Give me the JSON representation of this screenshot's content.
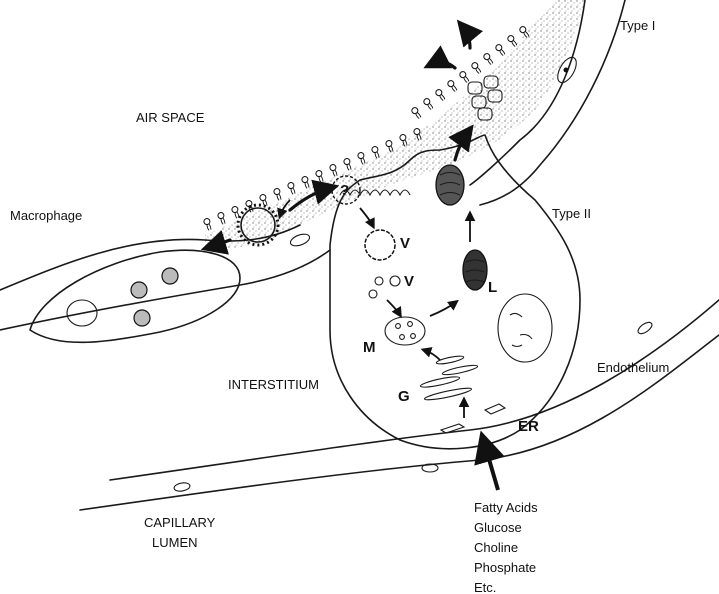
{
  "labels": {
    "air_space": "AIR SPACE",
    "type_1": "Type I",
    "type_2": "Type II",
    "macrophage": "Macrophage",
    "interstitium": "INTERSTITIUM",
    "endothelium": "Endothelium",
    "capillary_line1": "CAPILLARY",
    "capillary_line2": "LUMEN",
    "question": "?",
    "v_upper": "V",
    "v_lower": "V",
    "l": "L",
    "m": "M",
    "g": "G",
    "er": "ER"
  },
  "precursors": [
    "Fatty Acids",
    "Glucose",
    "Choline",
    "Phosphate",
    "Etc."
  ]
}
